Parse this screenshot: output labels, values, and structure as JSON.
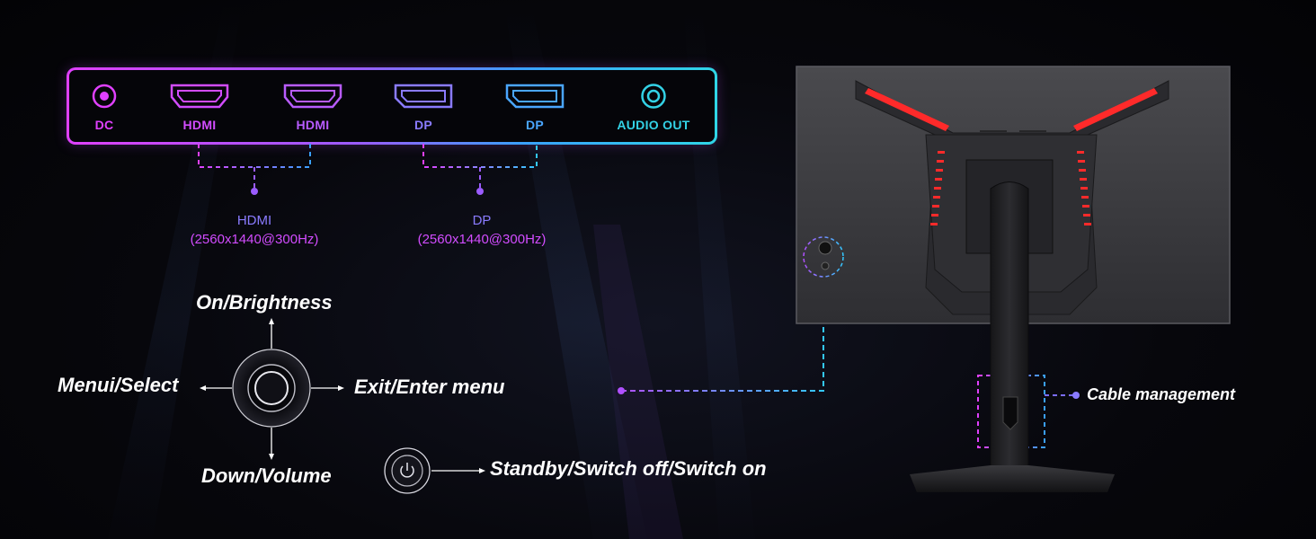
{
  "ports": [
    {
      "label": "DC",
      "icon": "dc-port-icon",
      "color": "#e040ff"
    },
    {
      "label": "HDMI",
      "icon": "hdmi-port-icon",
      "color": "#d24cff"
    },
    {
      "label": "HDMI",
      "icon": "hdmi-port-icon",
      "color": "#b85cff"
    },
    {
      "label": "DP",
      "icon": "displayport-icon",
      "color": "#8a7bff"
    },
    {
      "label": "DP",
      "icon": "displayport-icon",
      "color": "#4aa6ff"
    },
    {
      "label": "AUDIO OUT",
      "icon": "audio-out-icon",
      "color": "#33d2e6"
    }
  ],
  "resolution_labels": {
    "hdmi": {
      "name": "HDMI",
      "spec": "(2560x1440@300Hz)"
    },
    "dp": {
      "name": "DP",
      "spec": "(2560x1440@300Hz)"
    }
  },
  "controls": {
    "up": "On/Brightness",
    "left": "Menui/Select",
    "right": "Exit/Enter menu",
    "down": "Down/Volume",
    "power": "Standby/Switch off/Switch on"
  },
  "callouts": {
    "cable": "Cable management"
  },
  "colors": {
    "magenta": "#e040ff",
    "violet": "#9b5cff",
    "blue": "#3aa0ff",
    "cyan": "#2fd6e6",
    "led_red": "#ff2a2a"
  }
}
